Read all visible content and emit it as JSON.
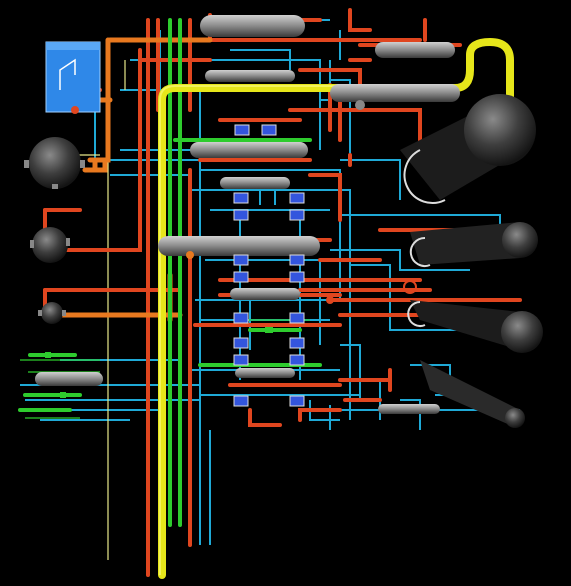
{
  "scene": {
    "background": "#000000",
    "view": "3d-piping-model",
    "palette": {
      "hot_pipe": "#e0461f",
      "orange_pipe": "#e8791f",
      "cold_pipe": "#1fa9d6",
      "green_pipe": "#2ecc2e",
      "yellow_pipe": "#e6e61a",
      "pale_yellow_line": "#e8e88a",
      "vessel_gray": "#8a8a8a",
      "vessel_dark": "#3a3a3a",
      "valve_blue": "#3355dd",
      "blue_box": "#2f88e8",
      "white_outline": "#dddddd"
    },
    "components": {
      "blue_equipment_box": "blue-box",
      "tanks": "horizontal-drum",
      "valves": "valve-block",
      "spheres": "sphere-vessel"
    }
  }
}
